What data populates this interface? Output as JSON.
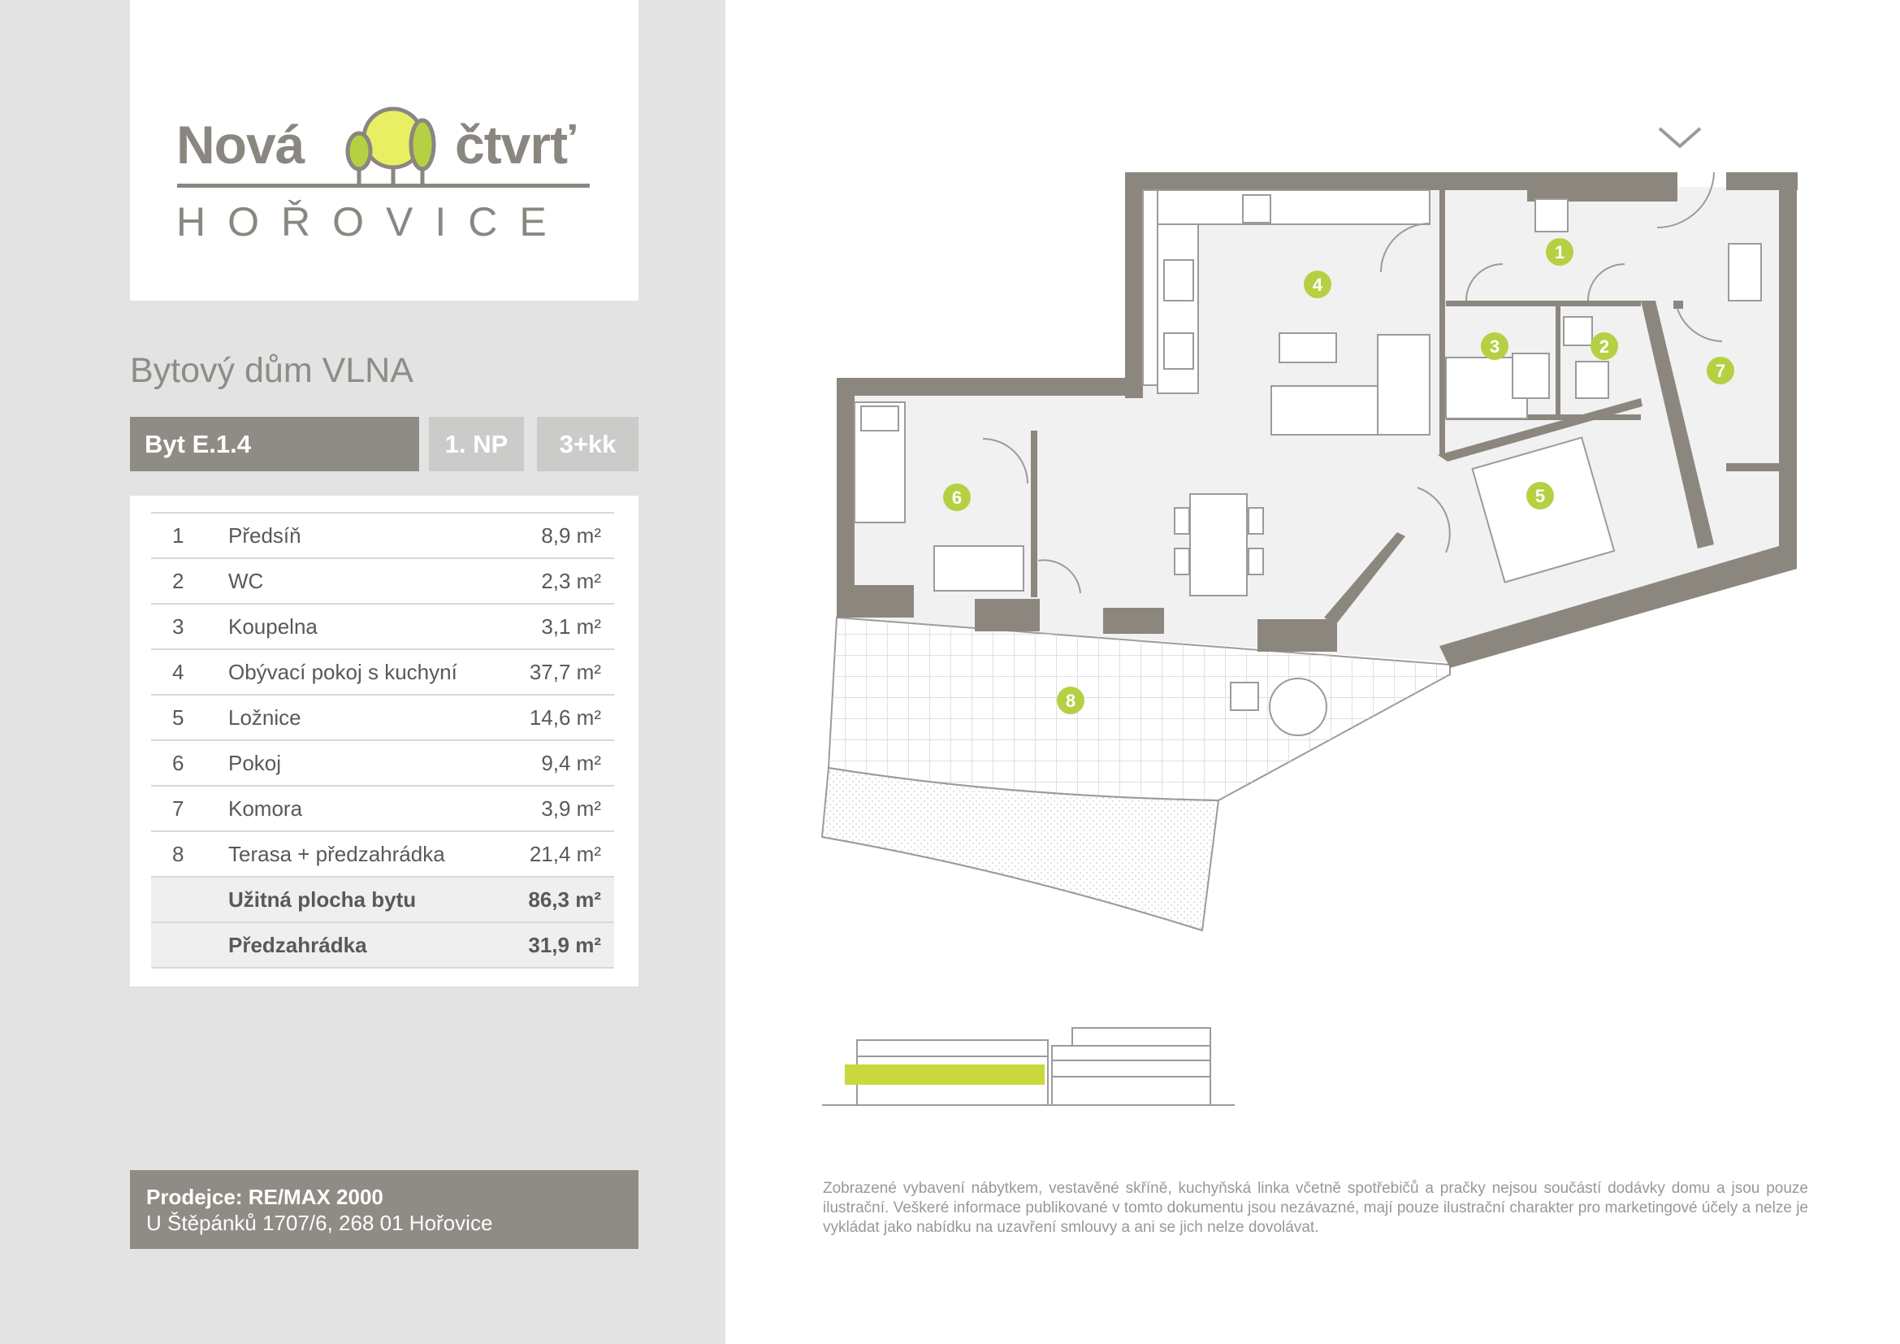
{
  "brand": {
    "word1": "Nová",
    "word2": "čtvrť",
    "city": "HOŘOVICE",
    "green": "#b6d043",
    "yellow": "#e8ef63",
    "gray": "#8a8680"
  },
  "building": {
    "title": "Bytový dům VLNA"
  },
  "unit": {
    "name": "Byt E.1.4",
    "floor": "1. NP",
    "layout": "3+kk"
  },
  "rooms": [
    {
      "no": "1",
      "name": "Předsíň",
      "area": "8,9 m²"
    },
    {
      "no": "2",
      "name": "WC",
      "area": "2,3 m²"
    },
    {
      "no": "3",
      "name": "Koupelna",
      "area": "3,1 m²"
    },
    {
      "no": "4",
      "name": "Obývací pokoj s kuchyní",
      "area": "37,7 m²"
    },
    {
      "no": "5",
      "name": "Ložnice",
      "area": "14,6 m²"
    },
    {
      "no": "6",
      "name": "Pokoj",
      "area": "9,4 m²"
    },
    {
      "no": "7",
      "name": "Komora",
      "area": "3,9 m²"
    },
    {
      "no": "8",
      "name": "Terasa + předzahrádka",
      "area": "21,4 m²"
    }
  ],
  "totals": [
    {
      "label": "Užitná plocha bytu",
      "area": "86,3 m²"
    },
    {
      "label": "Předzahrádka",
      "area": "31,9 m²"
    }
  ],
  "seller": {
    "name": "Prodejce: RE/MAX 2000",
    "address": "U Štěpánků 1707/6, 268 01 Hořovice"
  },
  "plan": {
    "markers": [
      "1",
      "2",
      "3",
      "4",
      "5",
      "6",
      "7",
      "8"
    ],
    "compass": "S",
    "wall_color": "#8c877e",
    "marker_color": "#b6d043"
  },
  "disclaimer": "Zobrazené vybavení nábytkem, vestavěné skříně, kuchyňská linka včetně spotřebičů a pračky nejsou součástí dodávky domu a jsou pouze ilustrační. Veškeré informace publikované v tomto dokumentu jsou nezávazné, mají pouze ilustrační charakter pro marketingové účely a nelze je vykládat jako nabídku na uzavření smlouvy a ani se jich nelze dovolávat."
}
